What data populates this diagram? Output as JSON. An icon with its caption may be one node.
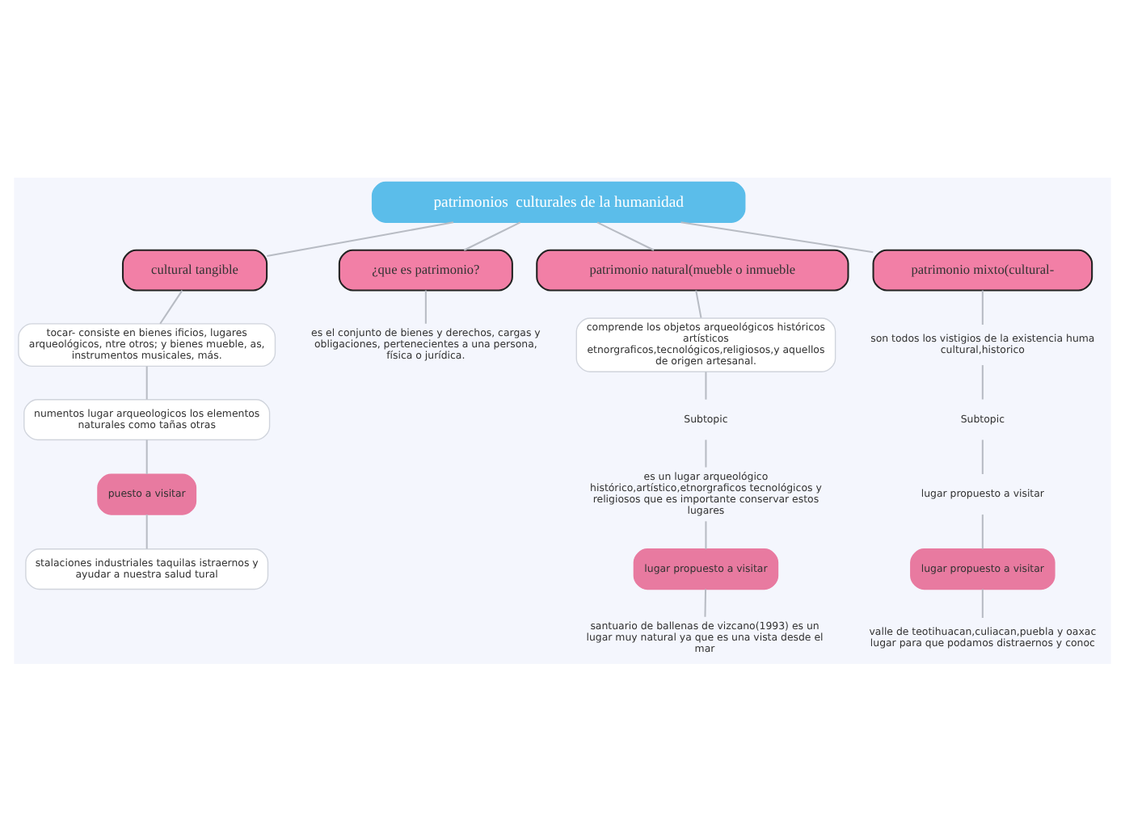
{
  "diagram": {
    "nodes": [
      {
        "text": [
          "patrimonios  culturales de la humanidad"
        ]
      },
      {
        "text": [
          "cultural tangible"
        ]
      },
      {
        "text": [
          "tocar- consiste en bienes ificios, lugares arqueológicos, ntre otros; y bienes mueble, as, instrumentos musicales, más."
        ]
      },
      {
        "text": [
          "numentos lugar arqueologicos los elementos naturales como tañas otras"
        ]
      },
      {
        "text": [
          "puesto a visitar"
        ]
      },
      {
        "text": [
          "stalaciones industriales taquilas istraernos y ayudar a nuestra salud tural"
        ]
      },
      {
        "text": [
          "¿que es patrimonio?"
        ]
      },
      {
        "text": [
          "es el conjunto de bienes y derechos, cargas y obligaciones, pertenecientes a una persona, física o jurídica."
        ]
      },
      {
        "text": [
          "patrimonio natural(mueble o inmueble"
        ]
      },
      {
        "text": [
          "comprende los objetos arqueológicos históricos artísticos etnorgraficos,tecnológicos,religiosos,y aquellos de origen artesanal."
        ]
      },
      {
        "text": [
          "Subtopic"
        ]
      },
      {
        "text": [
          "es un lugar arqueológico histórico,artístico,etnorgraficos tecnológicos y religiosos que es importante conservar estos lugares"
        ]
      },
      {
        "text": [
          "lugar propuesto a visitar"
        ]
      },
      {
        "text": [
          "santuario de ballenas de vizcano(1993) es un lugar muy natural ya que es una vista desde el mar"
        ]
      },
      {
        "text": [
          "patrimonio mixto(cultural-"
        ]
      },
      {
        "text": [
          "son todos los vistigios de la existencia huma cultural,historico"
        ]
      },
      {
        "text": [
          "Subtopic"
        ]
      },
      {
        "text": [
          "lugar propuesto a visitar"
        ]
      },
      {
        "text": [
          "lugar propuesto a visitar"
        ]
      },
      {
        "text": [
          "valle de teotihuacan,culiacan,puebla y oaxac lugar para que podamos distraernos y conoc"
        ]
      }
    ],
    "edges": [
      {
        "from": 0,
        "to": 1,
        "arrow": "none"
      },
      {
        "from": 0,
        "to": 6,
        "arrow": "none"
      },
      {
        "from": 0,
        "to": 8,
        "arrow": "none"
      },
      {
        "from": 0,
        "to": 14,
        "arrow": "none"
      },
      {
        "from": 1,
        "to": 2,
        "arrow": "none"
      },
      {
        "from": 2,
        "to": 3,
        "arrow": "none"
      },
      {
        "from": 3,
        "to": 4,
        "arrow": "none"
      },
      {
        "from": 4,
        "to": 5,
        "arrow": "none"
      },
      {
        "from": 6,
        "to": 7,
        "arrow": "none"
      },
      {
        "from": 8,
        "to": 9,
        "arrow": "none"
      },
      {
        "from": 9,
        "to": 10,
        "arrow": "none"
      },
      {
        "from": 10,
        "to": 11,
        "arrow": "none"
      },
      {
        "from": 11,
        "to": 12,
        "arrow": "none"
      },
      {
        "from": 12,
        "to": 13,
        "arrow": "none"
      },
      {
        "from": 14,
        "to": 15,
        "arrow": "none"
      },
      {
        "from": 15,
        "to": 16,
        "arrow": "none"
      },
      {
        "from": 16,
        "to": 17,
        "arrow": "none"
      },
      {
        "from": 17,
        "to": 18,
        "arrow": "none"
      },
      {
        "from": 18,
        "to": 19,
        "arrow": "none"
      }
    ]
  }
}
